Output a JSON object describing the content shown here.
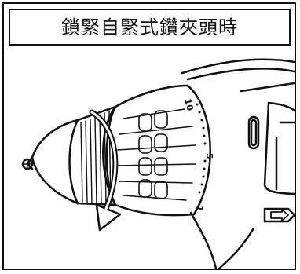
{
  "title": "鎖緊自緊式鑽夾頭時",
  "illustration": {
    "subject": "drill-keyless-chuck-tightening",
    "ring_labels": [
      "10",
      "5",
      "1"
    ]
  },
  "colors": {
    "line": "#111111",
    "background": "#ffffff"
  }
}
